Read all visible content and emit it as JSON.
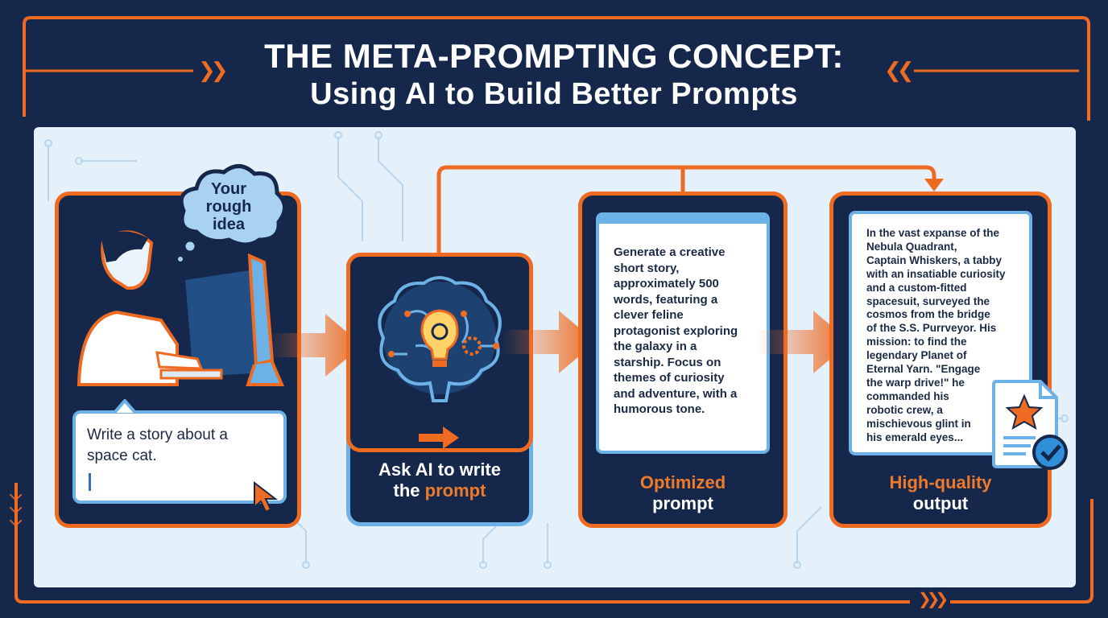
{
  "title": {
    "line1": "THE META-PROMPTING CONCEPT:",
    "line2": "Using AI to Build Better Prompts"
  },
  "step1": {
    "thought_line1": "Your",
    "thought_line2": "rough",
    "thought_line3": "idea",
    "input_line1": "Write a story about a",
    "input_line2": "space cat."
  },
  "step2": {
    "label_part1": "Ask AI to write",
    "label_part2": "the ",
    "label_highlight": "prompt"
  },
  "step3": {
    "prompt_lines": [
      "Generate a creative",
      "short story,",
      "approximately 500",
      "words, featuring a",
      "clever feline",
      "protagonist exploring",
      "the galaxy in a",
      "starship. Focus on",
      "themes of curiosity",
      "and adventure, with a",
      "humorous tone."
    ],
    "label_line1": "Optimized",
    "label_line2": "prompt"
  },
  "step4": {
    "output_lines": [
      "In the vast expanse of the",
      "Nebula Quadrant,",
      "Captain Whiskers, a tabby",
      "with an insatiable curiosity",
      "and a custom-fitted",
      "spacesuit, surveyed the",
      "cosmos from the bridge",
      "of the S.S. Purrveyor. His",
      "mission: to find the",
      "legendary Planet of",
      "Eternal Yarn. \"Engage",
      "the warp drive!\" he",
      "commanded his",
      "robotic crew, a",
      "mischievous glint in",
      "his emerald eyes..."
    ],
    "label_line1": "High-quality",
    "label_line2": "output"
  },
  "colors": {
    "background": "#15284c",
    "accent": "#ef6b22",
    "panel": "#e4f1fb",
    "light_blue": "#6cb2e6"
  },
  "icons": [
    "thinking-person-icon",
    "computer-monitor-icon",
    "ai-brain-lightbulb-icon",
    "document-star-check-icon",
    "mouse-cursor-icon"
  ]
}
